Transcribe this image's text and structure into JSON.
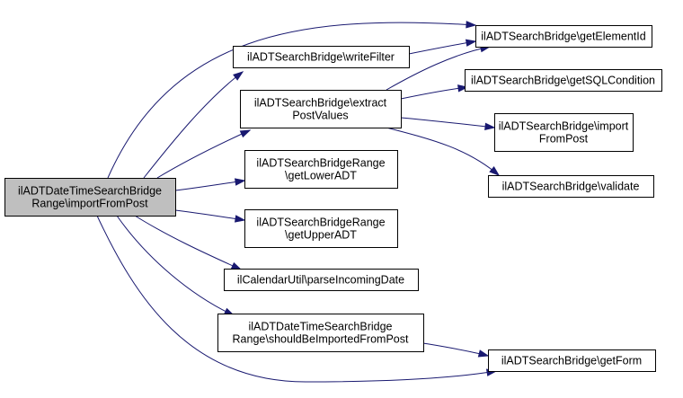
{
  "graph": {
    "type": "call-graph",
    "colors": {
      "edge": "#191970",
      "node_border": "#000000",
      "node_fill": "#ffffff",
      "root_fill": "#bfbfbf",
      "text": "#000000"
    },
    "nodes": [
      {
        "id": "root",
        "lines": [
          "ilADTDateTimeSearchBridge",
          "Range\\importFromPost"
        ],
        "highlight": true
      },
      {
        "id": "writeFilter",
        "lines": [
          "ilADTSearchBridge\\writeFilter"
        ]
      },
      {
        "id": "extractPostValues",
        "lines": [
          "ilADTSearchBridge\\extract",
          "PostValues"
        ]
      },
      {
        "id": "getLowerADT",
        "lines": [
          "ilADTSearchBridgeRange",
          "\\getLowerADT"
        ]
      },
      {
        "id": "getUpperADT",
        "lines": [
          "ilADTSearchBridgeRange",
          "\\getUpperADT"
        ]
      },
      {
        "id": "parseIncomingDate",
        "lines": [
          "ilCalendarUtil\\parseIncomingDate"
        ]
      },
      {
        "id": "shouldBeImported",
        "lines": [
          "ilADTDateTimeSearchBridge",
          "Range\\shouldBeImportedFromPost"
        ]
      },
      {
        "id": "getElementId",
        "lines": [
          "ilADTSearchBridge\\getElementId"
        ]
      },
      {
        "id": "getSQLCondition",
        "lines": [
          "ilADTSearchBridge\\getSQLCondition"
        ]
      },
      {
        "id": "importFromPost",
        "lines": [
          "ilADTSearchBridge\\import",
          "FromPost"
        ]
      },
      {
        "id": "validate",
        "lines": [
          "ilADTSearchBridge\\validate"
        ]
      },
      {
        "id": "getForm",
        "lines": [
          "ilADTSearchBridge\\getForm"
        ]
      }
    ],
    "edges": [
      {
        "from": "root",
        "to": "getElementId"
      },
      {
        "from": "root",
        "to": "writeFilter"
      },
      {
        "from": "root",
        "to": "extractPostValues"
      },
      {
        "from": "root",
        "to": "getLowerADT"
      },
      {
        "from": "root",
        "to": "getUpperADT"
      },
      {
        "from": "root",
        "to": "parseIncomingDate"
      },
      {
        "from": "root",
        "to": "shouldBeImported"
      },
      {
        "from": "root",
        "to": "getForm"
      },
      {
        "from": "writeFilter",
        "to": "getElementId"
      },
      {
        "from": "extractPostValues",
        "to": "getElementId"
      },
      {
        "from": "extractPostValues",
        "to": "getSQLCondition"
      },
      {
        "from": "extractPostValues",
        "to": "importFromPost"
      },
      {
        "from": "extractPostValues",
        "to": "validate"
      },
      {
        "from": "shouldBeImported",
        "to": "getForm"
      }
    ]
  }
}
